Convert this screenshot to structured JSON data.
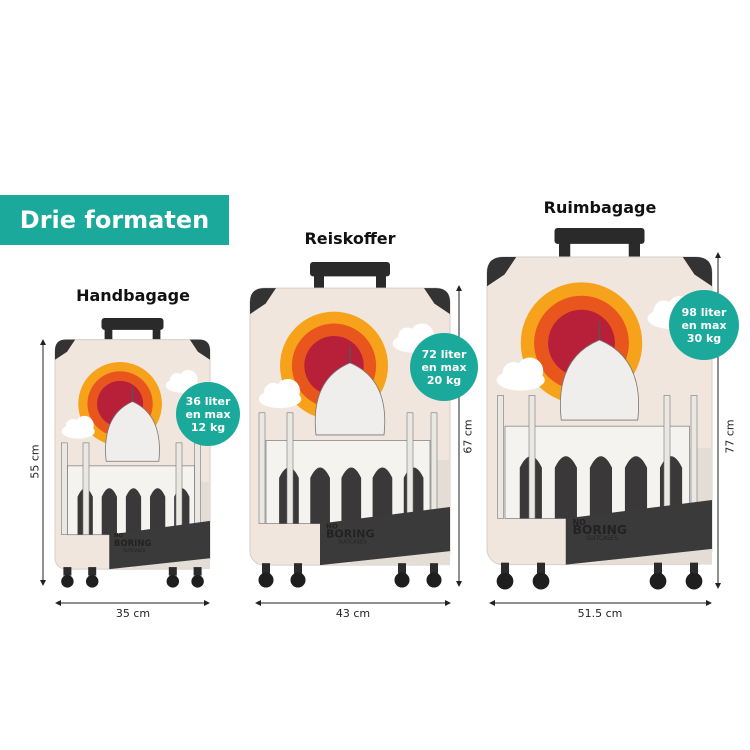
{
  "banner": {
    "text": "Drie formaten"
  },
  "colors": {
    "accent": "#1aa99b",
    "case_bg": "#f1e6dd",
    "sun_outer": "#f7a21b",
    "sun_mid": "#e8561e",
    "sun_inner": "#b8203a",
    "building": "#f5f3f0",
    "building_dark": "#3a3838",
    "handle": "#2a2a2a"
  },
  "brand": {
    "line1": "NO",
    "line2": "BORING",
    "line3": "SUITCASES"
  },
  "sizes": [
    {
      "title": "Handbagage",
      "height_label": "55 cm",
      "width_label": "35 cm",
      "badge": [
        "36 liter",
        "en max",
        "12 kg"
      ]
    },
    {
      "title": "Reiskoffer",
      "height_label": "67 cm",
      "width_label": "43 cm",
      "badge": [
        "72 liter",
        "en max",
        "20 kg"
      ]
    },
    {
      "title": "Ruimbagage",
      "height_label": "77 cm",
      "width_label": "51.5 cm",
      "badge": [
        "98 liter",
        "en max",
        "30 kg"
      ]
    }
  ]
}
